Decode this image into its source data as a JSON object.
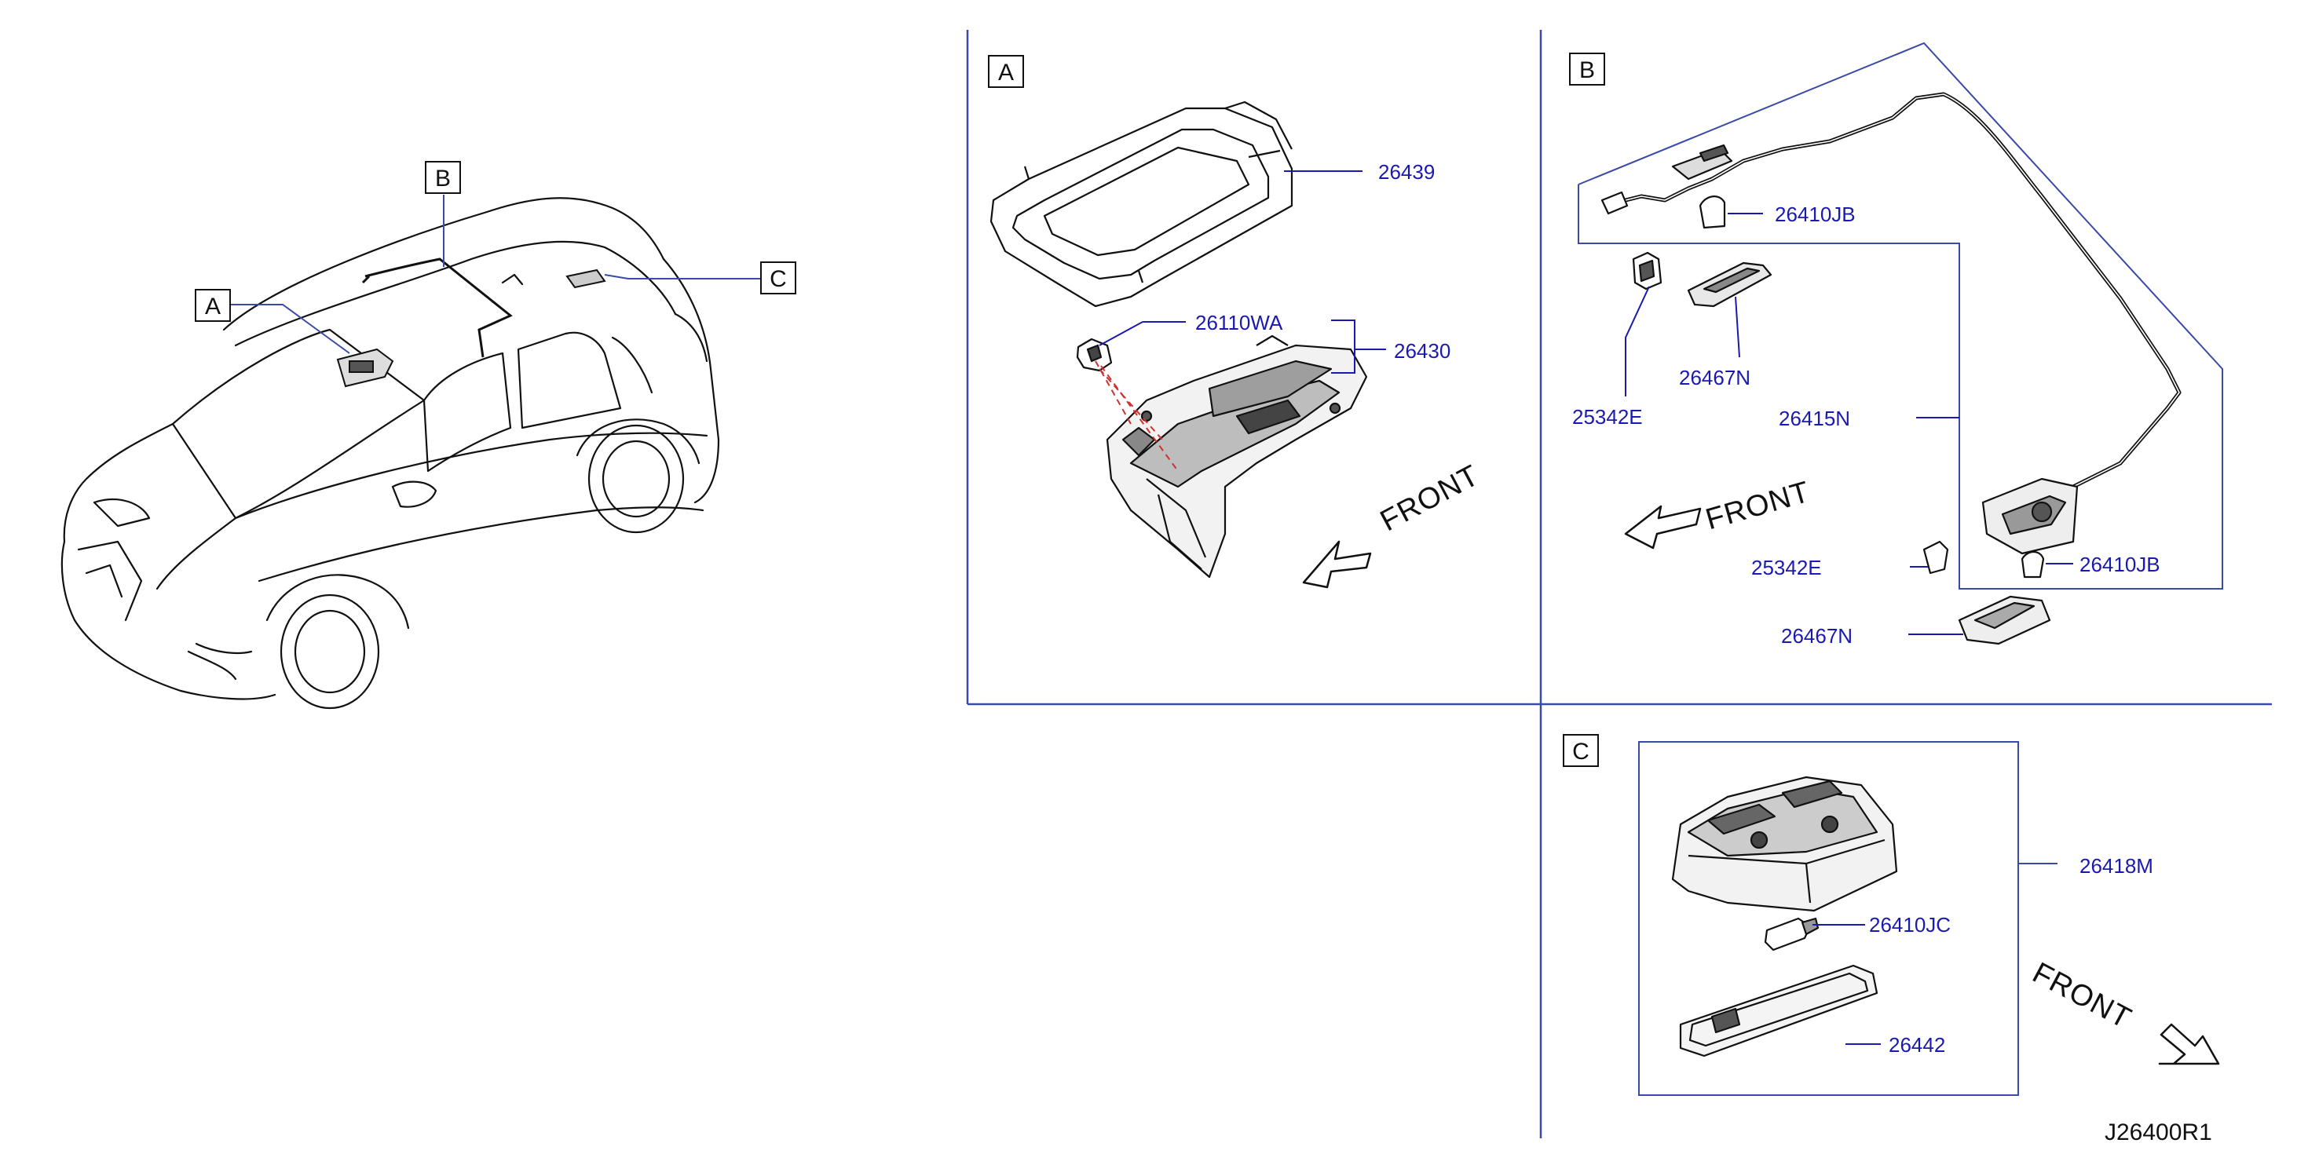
{
  "overview": {
    "callouts": [
      "A",
      "B",
      "C"
    ]
  },
  "panel_a": {
    "label": "A",
    "parts": [
      "26439",
      "26110WA",
      "26430"
    ],
    "front": "FRONT"
  },
  "panel_b": {
    "label": "B",
    "parts": [
      "26410JB",
      "25342E",
      "26467N",
      "26415N",
      "25342E",
      "26410JB",
      "26467N"
    ],
    "front": "FRONT"
  },
  "panel_c": {
    "label": "C",
    "parts": [
      "26418M",
      "26410JC",
      "26442"
    ],
    "front": "FRONT"
  },
  "drawing_code": "J26400R1",
  "colors": {
    "line": "#111111",
    "leader": "#1a1ab0",
    "divider": "#3a4aa8",
    "accent": "#d03030"
  }
}
